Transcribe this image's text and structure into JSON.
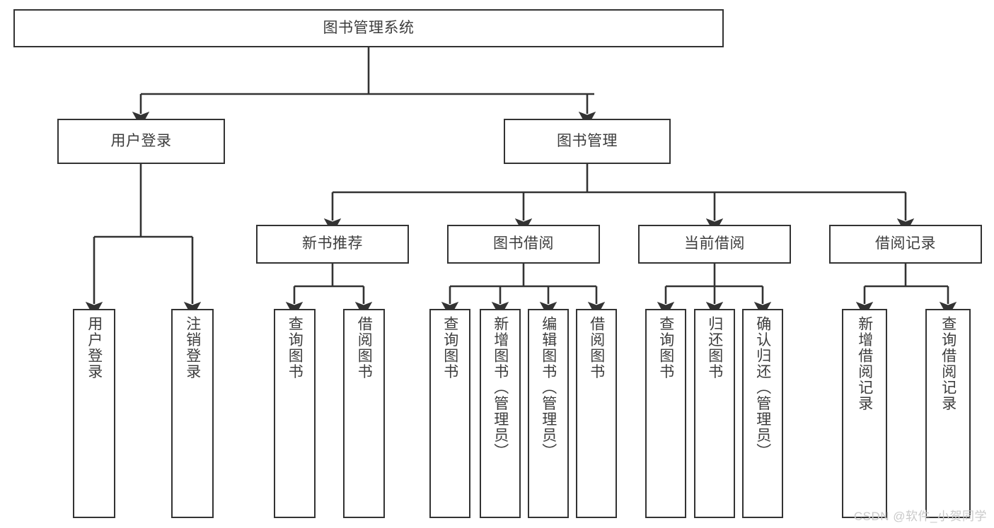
{
  "diagram": {
    "title": "图书管理系统",
    "type": "functional-structure-tree",
    "orientation": "top-down",
    "line_color": "#333333",
    "box_fill": "#ffffff",
    "text_color": "#3d3d3d"
  },
  "root": {
    "label": "图书管理系统"
  },
  "level2": [
    {
      "label": "用户登录"
    },
    {
      "label": "图书管理"
    }
  ],
  "level3": [
    {
      "label": "新书推荐"
    },
    {
      "label": "图书借阅"
    },
    {
      "label": "当前借阅"
    },
    {
      "label": "借阅记录"
    }
  ],
  "leaves": {
    "user_login": [
      {
        "label": "用户登录"
      },
      {
        "label": "注销登录"
      }
    ],
    "new_book": [
      {
        "label": "查询图书"
      },
      {
        "label": "借阅图书"
      }
    ],
    "book_borrow": [
      {
        "label": "查询图书"
      },
      {
        "label": "新增图书（管理员）"
      },
      {
        "label": "编辑图书（管理员）"
      },
      {
        "label": "借阅图书"
      }
    ],
    "current_borrow": [
      {
        "label": "查询图书"
      },
      {
        "label": "归还图书"
      },
      {
        "label": "确认归还（管理员）"
      }
    ],
    "borrow_record": [
      {
        "label": "新增借阅记录"
      },
      {
        "label": "查询借阅记录"
      }
    ]
  },
  "watermark": {
    "text": "CSDN @软件_小贺同学"
  }
}
